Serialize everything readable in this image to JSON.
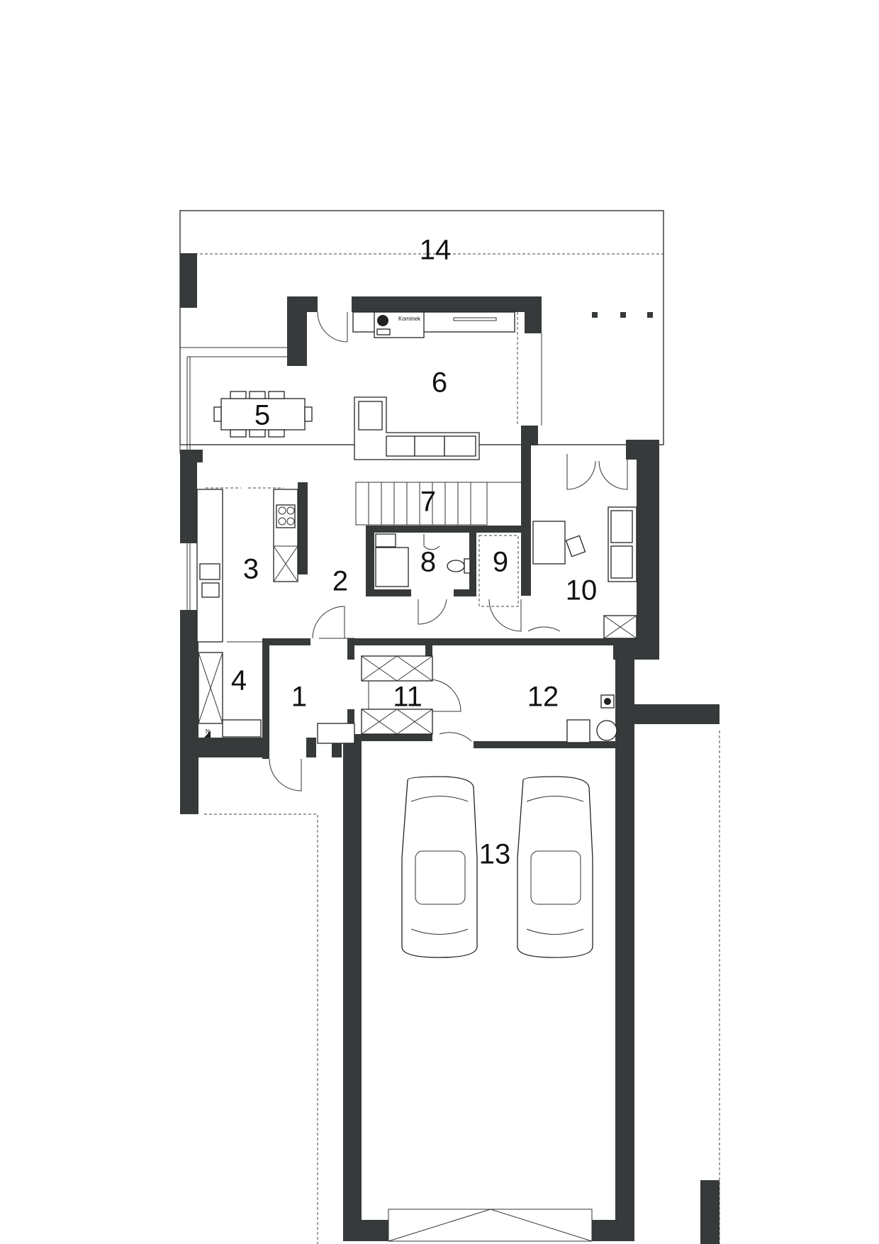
{
  "rooms": [
    {
      "id": "1",
      "label": "1"
    },
    {
      "id": "2",
      "label": "2"
    },
    {
      "id": "3",
      "label": "3"
    },
    {
      "id": "4",
      "label": "4"
    },
    {
      "id": "5",
      "label": "5"
    },
    {
      "id": "6",
      "label": "6"
    },
    {
      "id": "7",
      "label": "7"
    },
    {
      "id": "8",
      "label": "8"
    },
    {
      "id": "9",
      "label": "9"
    },
    {
      "id": "10",
      "label": "10"
    },
    {
      "id": "11",
      "label": "11"
    },
    {
      "id": "12",
      "label": "12"
    },
    {
      "id": "13",
      "label": "13"
    },
    {
      "id": "14",
      "label": "14"
    }
  ],
  "fireplace_label": "Kominek",
  "north_label": "N",
  "colors": {
    "wall": "#363a3b",
    "line": "#222222",
    "background": "#ffffff"
  }
}
